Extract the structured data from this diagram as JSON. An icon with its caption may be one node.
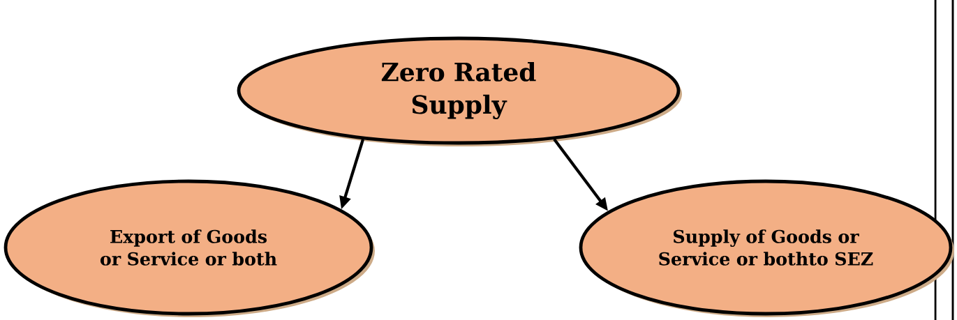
{
  "diagram": {
    "nodes": [
      {
        "text": [
          "Zero Rated Supply"
        ]
      },
      {
        "text": [
          "Export of Goods or Service or both"
        ]
      },
      {
        "text": [
          "Supply of Goods or Service or bothto SEZ"
        ]
      }
    ],
    "edges": [
      {
        "from": 0,
        "to": 1,
        "arrow": "to"
      },
      {
        "from": 0,
        "to": 2,
        "arrow": "to"
      }
    ]
  }
}
